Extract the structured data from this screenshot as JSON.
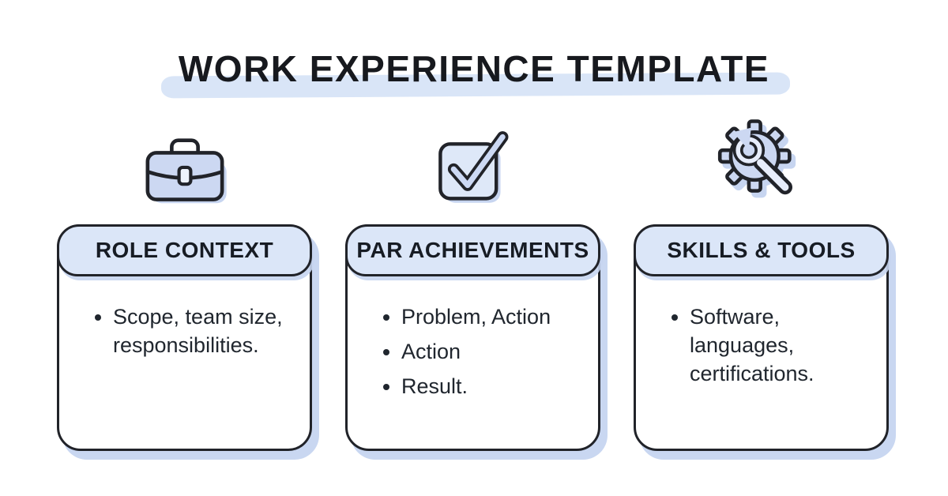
{
  "title": {
    "text": "WORK EXPERIENCE TEMPLATE"
  },
  "colors": {
    "outline": "#212329",
    "icon_fill": "#ccd8f2",
    "header_fill": "#dbe6f8",
    "shadow_blue": "#c7d5f0",
    "title_highlight": "#d9e5f7",
    "text": "#20262e"
  },
  "cards": [
    {
      "icon": "briefcase-icon",
      "header": "ROLE CONTEXT",
      "bullets": [
        "Scope, team size, responsibilities."
      ]
    },
    {
      "icon": "checkbox-check-icon",
      "header": "PAR ACHIEVEMENTS",
      "bullets": [
        "Problem, Action",
        "Action",
        "Result."
      ]
    },
    {
      "icon": "gear-wrench-icon",
      "header": "SKILLS & TOOLS",
      "bullets": [
        "Software, languages, certifications."
      ]
    }
  ]
}
